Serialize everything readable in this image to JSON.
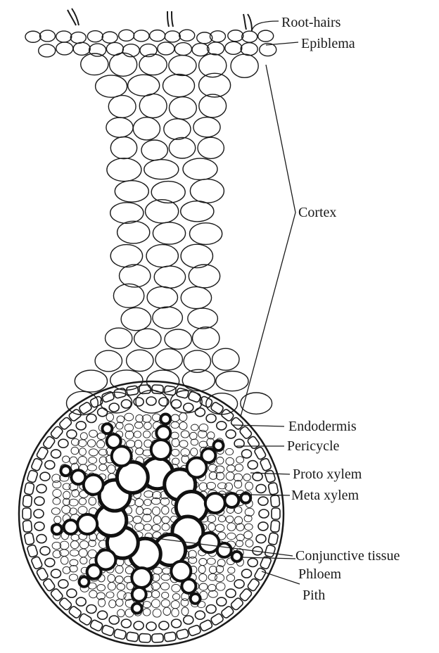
{
  "labels": {
    "root_hairs": "Root-hairs",
    "epiblema": "Epiblema",
    "cortex": "Cortex",
    "endodermis": "Endodermis",
    "pericycle": "Pericycle",
    "proto_xylem": "Proto xylem",
    "meta_xylem": "Meta xylem",
    "conjunctive_tissue": "Conjunctive tissue",
    "phloem": "Phloem",
    "pith": "Pith"
  },
  "colors": {
    "ink": "#1a1a1a",
    "background": "#ffffff"
  },
  "xylem_arm_count": 10
}
